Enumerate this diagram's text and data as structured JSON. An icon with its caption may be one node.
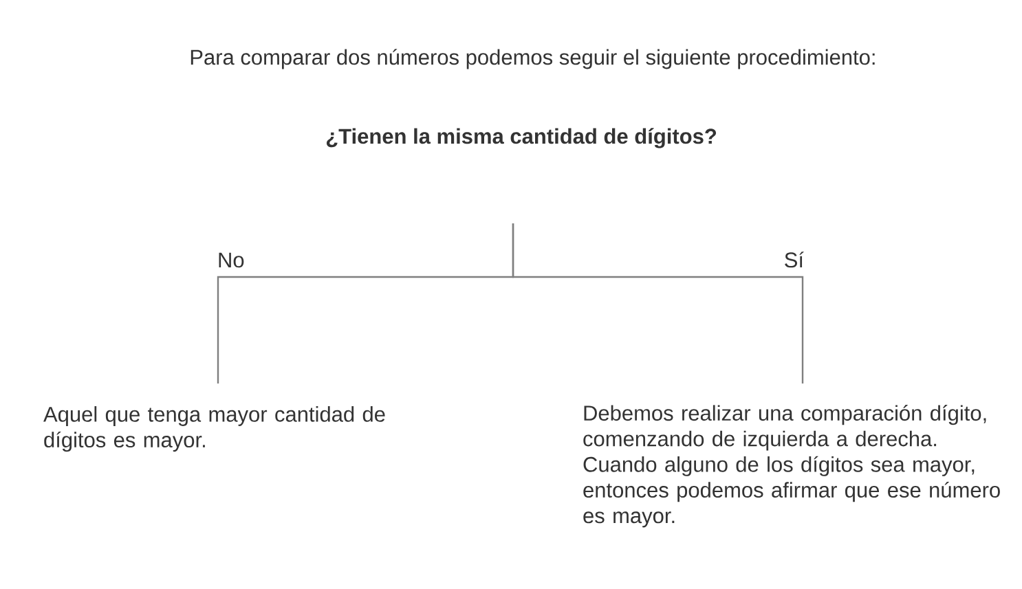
{
  "diagram": {
    "title": "Para comparar dos números podemos seguir el siguiente procedimiento:",
    "nodes": [
      {
        "text": [
          "¿Tienen la misma cantidad de dígitos?"
        ]
      },
      {
        "text": [
          "Aquel que tenga mayor cantidad de dígitos es mayor."
        ]
      },
      {
        "text": [
          "Debemos realizar una comparación dígito, comenzando de izquierda a derecha. Cuando alguno de los dígitos sea mayor, entonces podemos afirmar que ese número es mayor."
        ]
      }
    ],
    "edges": [
      {
        "from": 0,
        "to": 1,
        "arrow": "none",
        "label": "No"
      },
      {
        "from": 0,
        "to": 2,
        "arrow": "none",
        "label": "Sí"
      }
    ]
  }
}
